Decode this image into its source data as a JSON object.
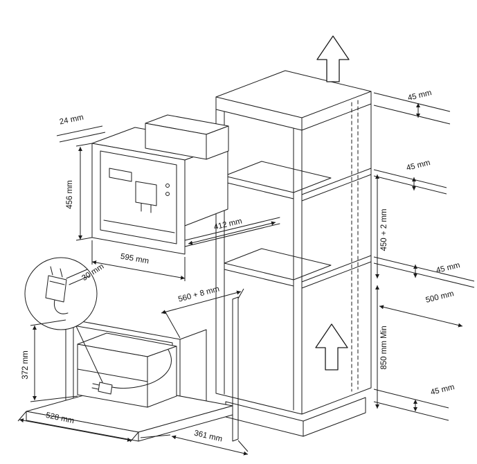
{
  "colors": {
    "line": "#1a1a1a",
    "background": "#ffffff"
  },
  "labels": {
    "appliance": {
      "overlap": "24 mm",
      "height": "456 mm",
      "width": "595 mm",
      "depth": "412 mm"
    },
    "cabinet": {
      "top_thickness": "45 mm",
      "upper_shelf_thickness": "45 mm",
      "niche_height": "450 + 2 mm",
      "lower_shelf_thickness": "45 mm",
      "niche_depth": "500 mm",
      "min_height": "850 mm Min",
      "base_thickness": "45 mm"
    },
    "installation": {
      "plug_depth": "30 mm",
      "appliance_height": "372 mm",
      "appliance_width": "528 mm",
      "worktop_depth": "361 mm",
      "niche_width": "560 + 8 mm"
    }
  }
}
